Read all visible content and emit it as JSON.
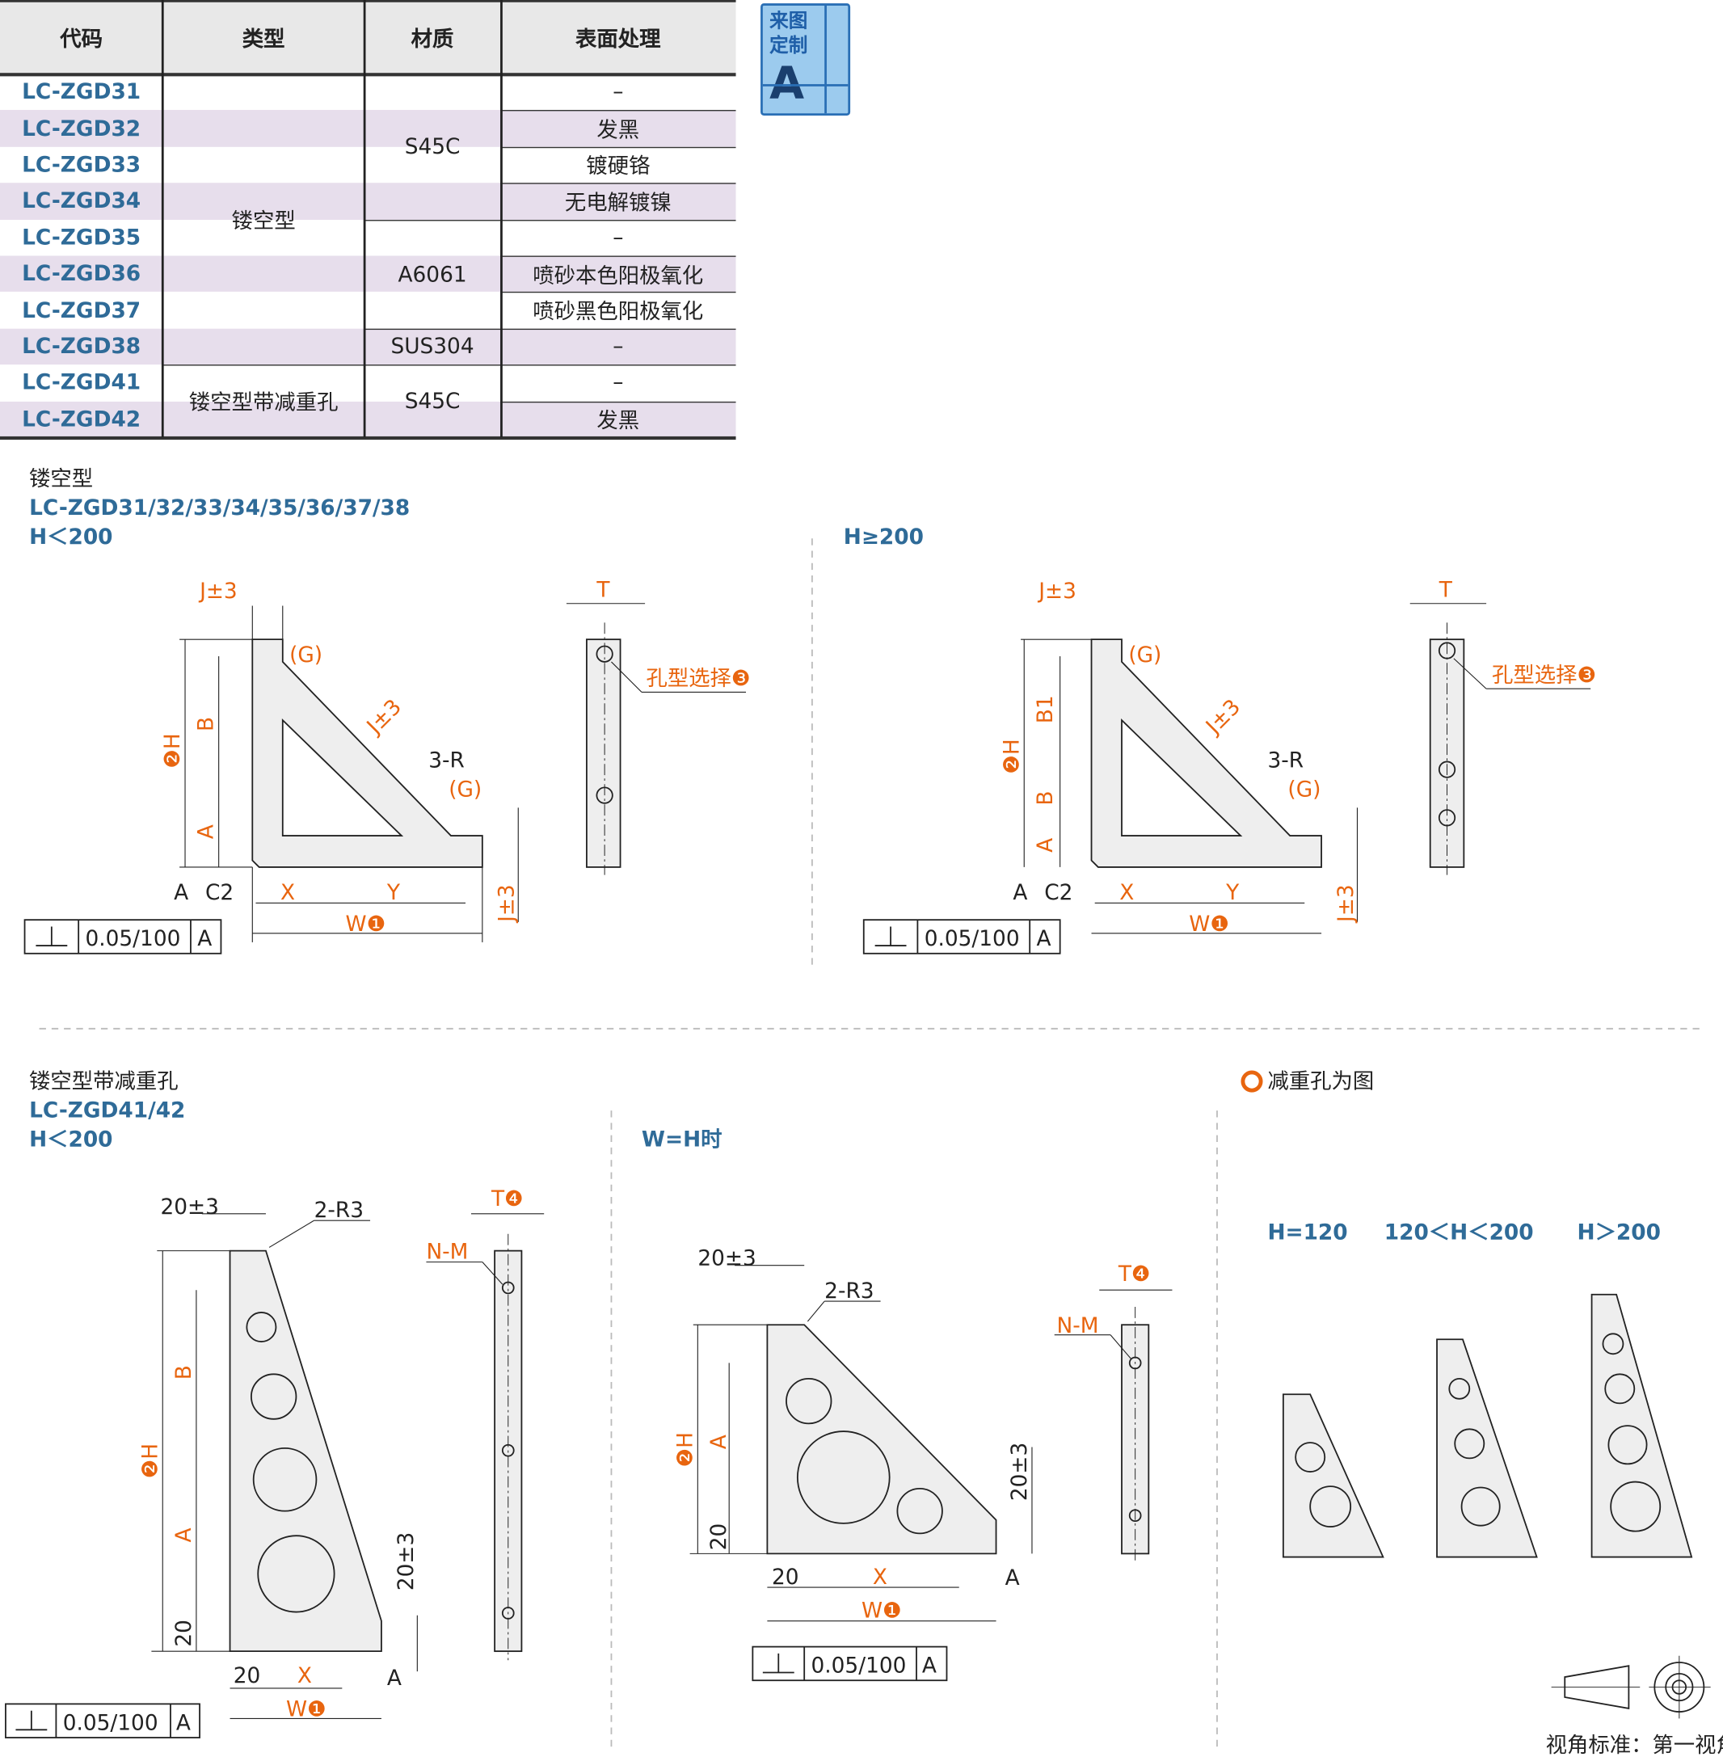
{
  "table": {
    "headers": [
      "代码",
      "类型",
      "材质",
      "表面处理"
    ],
    "codes": [
      "LC-ZGD31",
      "LC-ZGD32",
      "LC-ZGD33",
      "LC-ZGD34",
      "LC-ZGD35",
      "LC-ZGD36",
      "LC-ZGD37",
      "LC-ZGD38",
      "LC-ZGD41",
      "LC-ZGD42"
    ],
    "types": [
      "镂空型",
      "镂空型带减重孔"
    ],
    "materials": [
      "S45C",
      "A6061",
      "SUS304",
      "S45C"
    ],
    "finishes": [
      "–",
      "发黑",
      "镀硬铬",
      "无电解镀镍",
      "–",
      "喷砂本色阳极氧化",
      "喷砂黑色阳极氧化",
      "–",
      "–",
      "发黑"
    ]
  },
  "badge": {
    "line1": "来图",
    "line2": "定制",
    "letter": "A"
  },
  "section1": {
    "title": "镂空型",
    "codes": "LC-ZGD31/32/33/34/35/36/37/38",
    "cond_left": "H＜200",
    "cond_right": "H≥200",
    "labels": {
      "j": "J±3",
      "g": "(G)",
      "b": "B",
      "b1": "B1",
      "h": "❷H",
      "a": "A",
      "r": "3-R",
      "c2": "C2",
      "datum": "A",
      "x": "X",
      "y": "Y",
      "w": "W❶",
      "t": "T",
      "hole": "孔型选择❸",
      "tol": "0.05/100",
      "tol_ref": "A"
    }
  },
  "section2": {
    "title": "镂空型带减重孔",
    "codes": "LC-ZGD41/42",
    "cond": "H＜200",
    "cond_mid": "W=H时",
    "legend": "减重孔为图",
    "variants": [
      "H=120",
      "120＜H＜200",
      "H＞200"
    ],
    "labels": {
      "j": "20±3",
      "r": "2-R3",
      "t": "T❹",
      "nm": "N-M",
      "b": "B",
      "h": "❷H",
      "a": "A",
      "twenty": "20",
      "x": "X",
      "w": "W❶",
      "tol": "0.05/100",
      "tol_ref": "A",
      "datum": "A"
    }
  },
  "footer": {
    "projection": "视角标准：第一视角"
  }
}
